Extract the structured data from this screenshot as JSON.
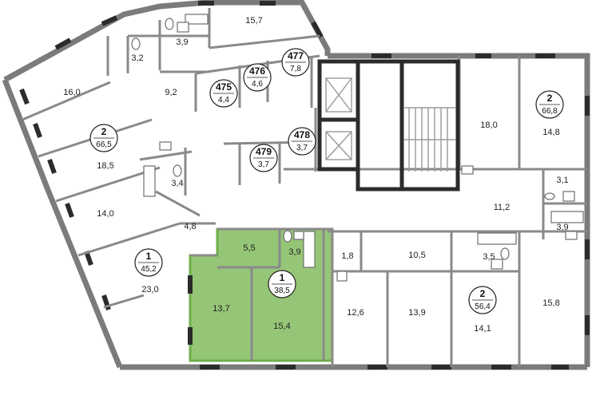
{
  "apartments": [
    {
      "id": "apt-1-highlighted",
      "rooms": "1",
      "area": "38,5",
      "highlighted": true
    },
    {
      "id": "apt-1-left",
      "rooms": "1",
      "area": "45,2",
      "highlighted": false
    },
    {
      "id": "apt-2-left",
      "rooms": "2",
      "area": "66,5",
      "highlighted": false
    },
    {
      "id": "apt-2-right-top",
      "rooms": "2",
      "area": "66,8",
      "highlighted": false
    },
    {
      "id": "apt-2-right-bottom",
      "rooms": "2",
      "area": "56,4",
      "highlighted": false
    }
  ],
  "storage_units": [
    {
      "num": "475",
      "area": "4,4"
    },
    {
      "num": "476",
      "area": "4,6"
    },
    {
      "num": "477",
      "area": "7,8"
    },
    {
      "num": "478",
      "area": "3,7"
    },
    {
      "num": "479",
      "area": "3,7"
    }
  ],
  "room_areas": {
    "r01": "15,7",
    "r02": "3,9",
    "r03": "3,2",
    "r04": "16,0",
    "r05": "9,2",
    "r06": "18,5",
    "r07": "3,4",
    "r08": "14,0",
    "r09": "4,8",
    "r10": "23,0",
    "r11": "5,5",
    "r12": "3,9",
    "r13": "13,7",
    "r14": "15,4",
    "r15": "1,8",
    "r16": "10,5",
    "r17": "12,6",
    "r18": "13,9",
    "r19": "3,5",
    "r20": "14,1",
    "r21": "15,8",
    "r22": "18,0",
    "r23": "14,8",
    "r24": "11,2",
    "r25": "3,1",
    "r26": "3,9"
  },
  "colors": {
    "highlight_fill": "#95c576",
    "highlight_stroke": "#6fae4b",
    "walls": "#7b7b7b",
    "core_walls": "#2b2b2b"
  }
}
